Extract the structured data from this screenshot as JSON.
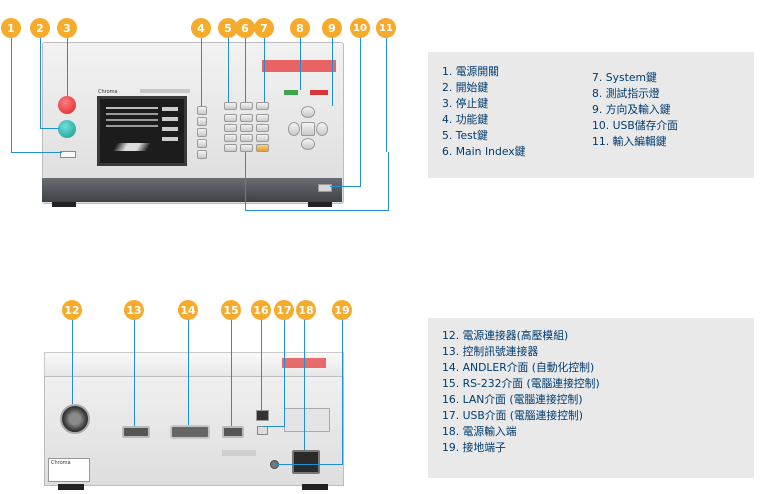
{
  "front": {
    "badges": [
      "1",
      "2",
      "3",
      "4",
      "5",
      "6",
      "7",
      "8",
      "9",
      "10",
      "11"
    ],
    "device_brand": "Chroma",
    "legend_left": [
      "1. 電源開關",
      "2. 開始鍵",
      "3. 停止鍵",
      "4. 功能鍵",
      "5. Test鍵",
      "6. Main Index鍵"
    ],
    "legend_right": [
      "7. System鍵",
      "8. 測試指示燈",
      "9. 方向及輸入鍵",
      "10. USB儲存介面",
      "11. 輸入編輯鍵"
    ]
  },
  "rear": {
    "badges": [
      "12",
      "13",
      "14",
      "15",
      "16",
      "17",
      "18",
      "19"
    ],
    "device_brand": "Chroma",
    "legend": [
      "12. 電源連接器(高壓模組)",
      "13. 控制訊號連接器",
      "14. ANDLER介面 (自動化控制)",
      "15. RS-232介面 (電腦連接控制)",
      "16. LAN介面 (電腦連接控制)",
      "17. USB介面 (電腦連接控制)",
      "18. 電源輸入端",
      "19. 接地端子"
    ]
  },
  "colors": {
    "badge": "#f6ab2c",
    "leader": "#1f8fd6",
    "legend_text": "#003b6e",
    "legend_bg": "#e9e9e9",
    "stop_button": "#e23a3a",
    "start_button": "#1aa7a4"
  }
}
